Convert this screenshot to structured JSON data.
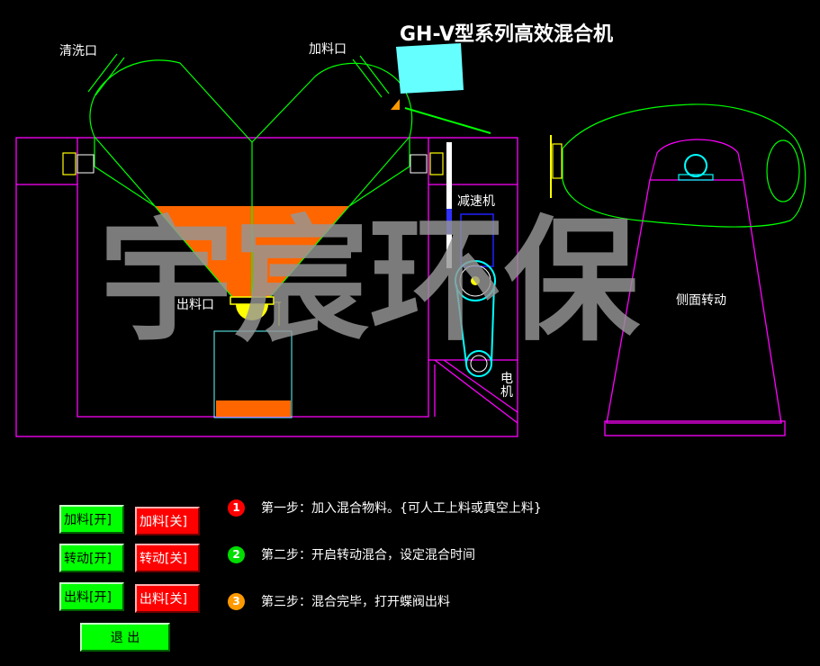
{
  "title": "GH-V型系列高效混合机",
  "labels": {
    "wash_port": "清洗口",
    "feed_port": "加料口",
    "reducer": "减速机",
    "outlet": "出料口",
    "motor": "电\n机",
    "side_rotate": "侧面转动"
  },
  "watermark": "宇宸环保",
  "buttons": {
    "feed_on": "加料[开]",
    "feed_off": "加料[关]",
    "rotate_on": "转动[开]",
    "rotate_off": "转动[关]",
    "discharge_on": "出料[开]",
    "discharge_off": "出料[关]",
    "exit": "退 出"
  },
  "steps": [
    {
      "num": "1",
      "text": "第一步：加入混合物料。{可人工上料或真空上料}",
      "color": "#ff0000"
    },
    {
      "num": "2",
      "text": "第二步：开启转动混合，设定混合时间",
      "color": "#00dd00"
    },
    {
      "num": "3",
      "text": "第三步：混合完毕，打开蝶阀出料",
      "color": "#ff9900"
    }
  ],
  "colors": {
    "frame": "#ff00ff",
    "vessel": "#00ff00",
    "material": "#ff6600",
    "hopper": "#66ffff",
    "valve": "#ffff00",
    "drive": "#00ffff",
    "green_button": "#00ff00",
    "red_button": "#ff0000"
  }
}
